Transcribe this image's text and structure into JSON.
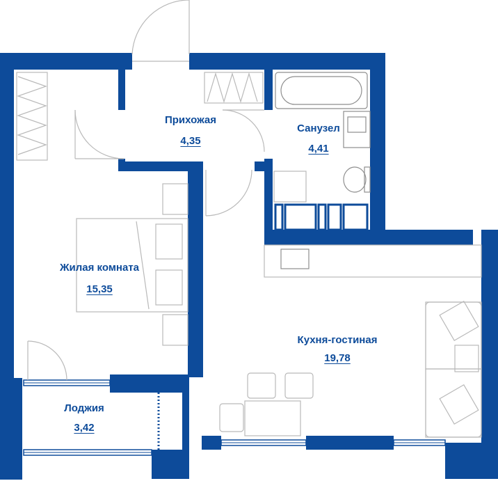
{
  "colors": {
    "wall": "#0d4b9a",
    "fixtures": "#b9b9b9",
    "text": "#0d4b9a"
  },
  "rooms": [
    {
      "id": "hallway",
      "name": "Прихожая",
      "area": "4,35"
    },
    {
      "id": "bathroom",
      "name": "Санузел",
      "area": "4,41"
    },
    {
      "id": "living_room",
      "name": "Жилая комната",
      "area": "15,35"
    },
    {
      "id": "kitchen_living",
      "name": "Кухня-гостиная",
      "area": "19,78"
    },
    {
      "id": "loggia",
      "name": "Лоджия",
      "area": "3,42"
    }
  ]
}
